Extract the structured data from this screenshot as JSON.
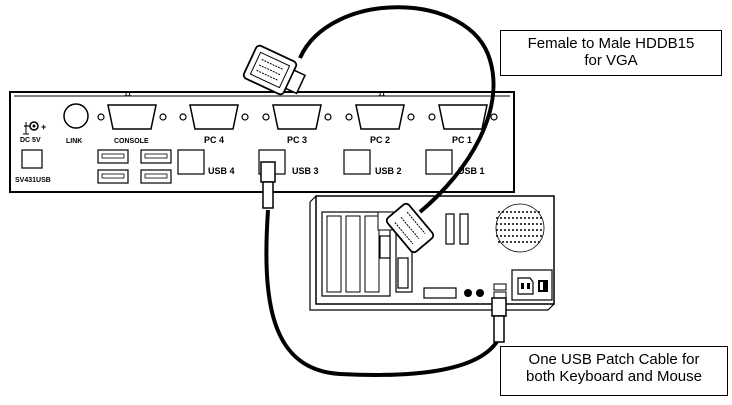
{
  "switch": {
    "model_label": "SV431USB",
    "power_label": "DC 5V",
    "power_symbol": "+",
    "link_label": "LINK",
    "console_label": "CONSOLE",
    "vga_ports": [
      {
        "label": "PC 4"
      },
      {
        "label": "PC 3"
      },
      {
        "label": "PC 2"
      },
      {
        "label": "PC 1"
      }
    ],
    "usb_ports": [
      {
        "label": "USB 4"
      },
      {
        "label": "USB 3"
      },
      {
        "label": "USB 2"
      },
      {
        "label": "USB 1"
      }
    ],
    "top_marks": [
      "11",
      "11"
    ]
  },
  "callouts": {
    "vga": {
      "line1": "Female to Male HDDB15",
      "line2": "for VGA"
    },
    "usb": {
      "line1": "One USB Patch Cable for",
      "line2": "both Keyboard and Mouse"
    }
  }
}
